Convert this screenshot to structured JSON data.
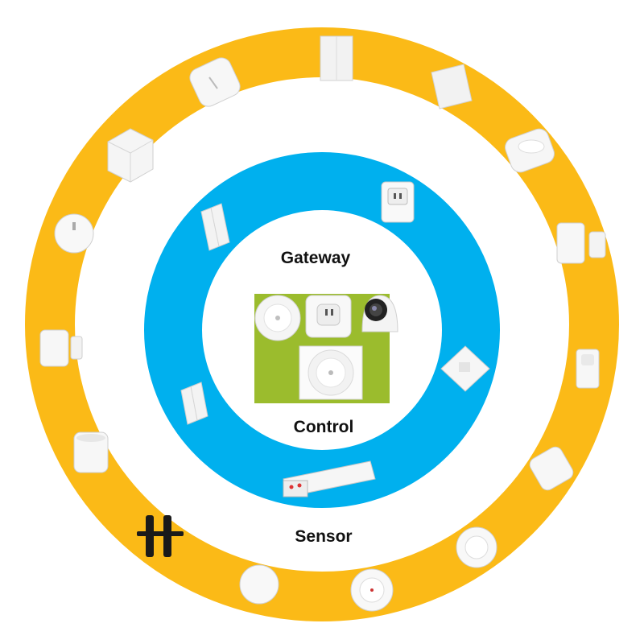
{
  "labels": {
    "gateway": "Gateway",
    "control": "Control",
    "sensor": "Sensor"
  },
  "colors": {
    "outer_ring": "#FBBA17",
    "middle_ring": "#00B0EE",
    "gateway_panel": "#9BBC2D",
    "device_white": "#F7F7F7",
    "device_shadow": "#D8D8D8",
    "lock_black": "#1A1A1A"
  },
  "devices": {
    "sensor_ring": [
      "wireless-switch-icon",
      "wall-switch-icon",
      "wall-switch-icon",
      "smoke-sensor-icon",
      "door-window-sensor-icon",
      "motion-sensor-icon",
      "vibration-sensor-icon",
      "gas-detector-icon",
      "water-leak-sensor-icon",
      "wireless-button-icon",
      "door-lock-icon",
      "motion-sensor-icon",
      "door-window-sensor-icon",
      "temperature-sensor-icon",
      "cube-controller-icon"
    ],
    "control_ring": [
      "smart-plug-icon",
      "wall-switch-icon",
      "wall-outlet-icon",
      "curtain-motor-icon",
      "wall-switch-icon"
    ],
    "gateway_panel": [
      "hub-icon",
      "ac-companion-icon",
      "camera-icon",
      "gateway-icon"
    ]
  }
}
